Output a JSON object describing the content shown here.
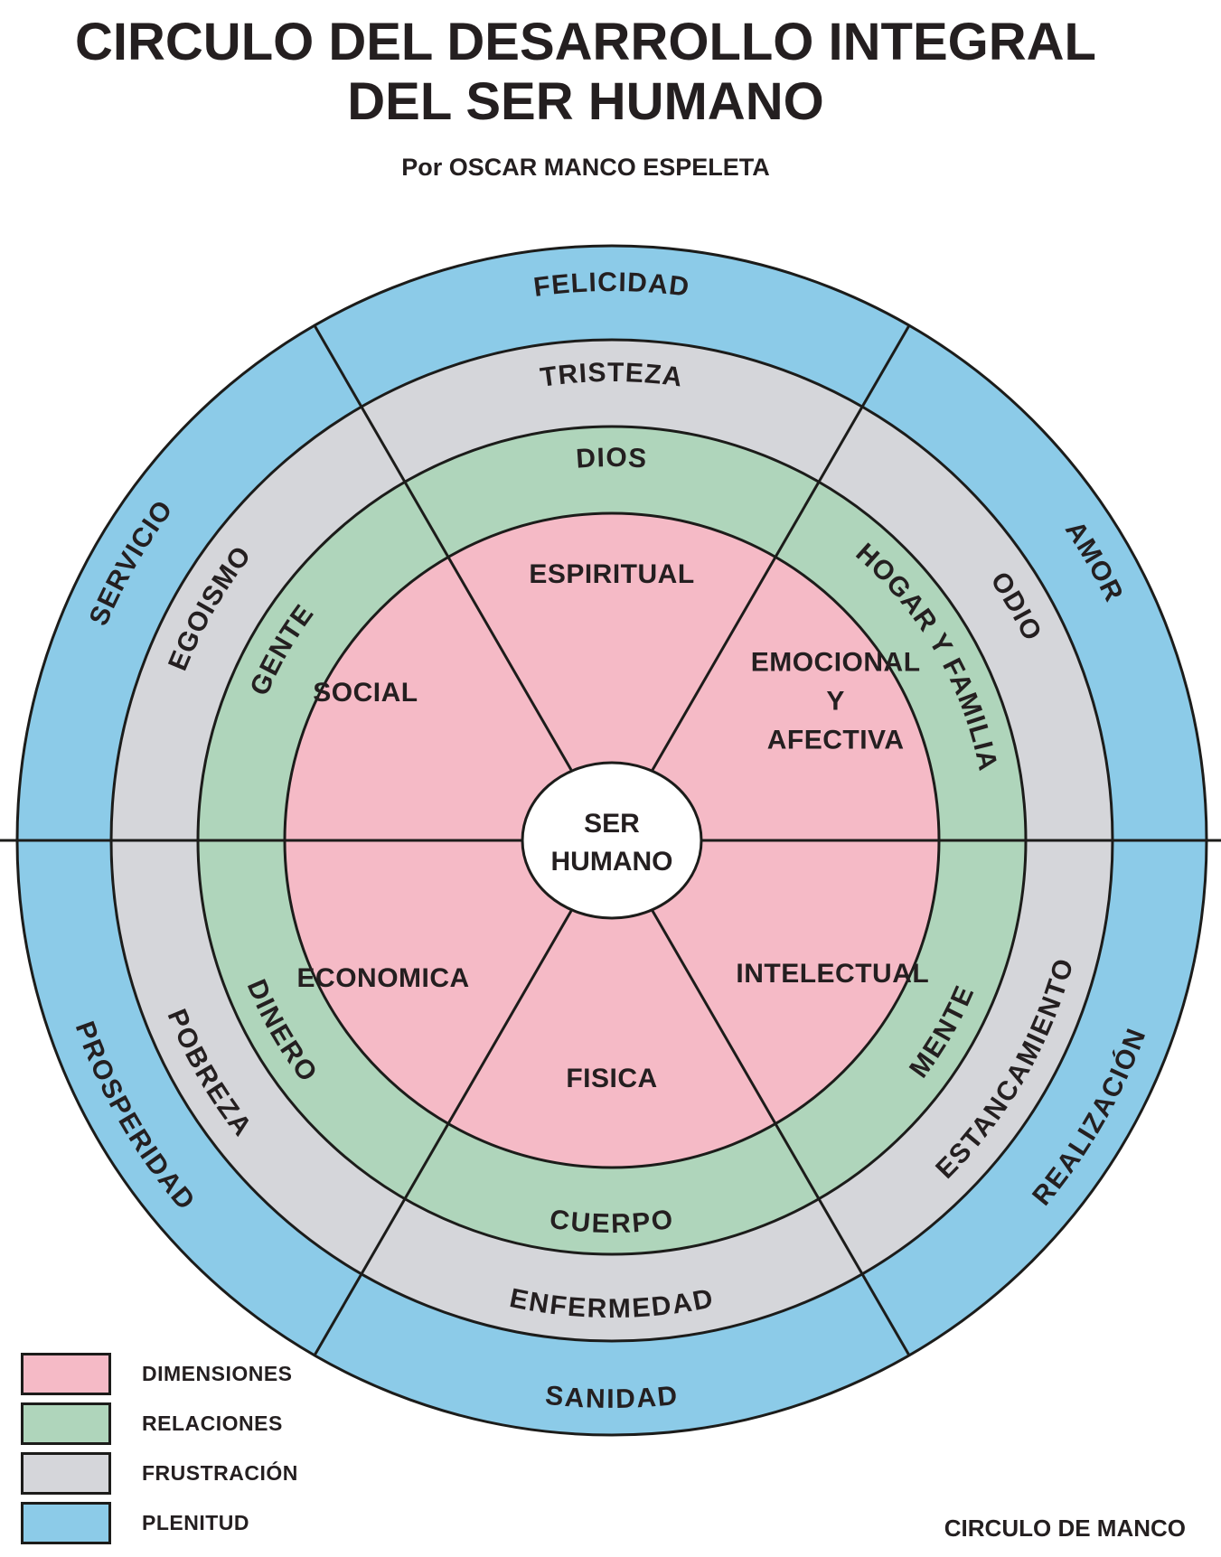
{
  "title": {
    "line1": "CIRCULO DEL DESARROLLO INTEGRAL",
    "line2": "DEL SER HUMANO",
    "byline": "Por OSCAR MANCO ESPELETA"
  },
  "center": {
    "line1": "SER",
    "line2": "HUMANO"
  },
  "colors": {
    "dimensiones": "#F5BAC6",
    "relaciones": "#AFD5BB",
    "frustracion": "#D5D6DA",
    "plenitud": "#8CCBE8",
    "outline": "#1C1C1A",
    "text": "#241F20",
    "center_fill": "#FFFFFF"
  },
  "sectors": [
    {
      "name": "espiritual",
      "dimension_lines": [
        "ESPIRITUAL"
      ],
      "relacion": "DIOS",
      "frustracion": "TRISTEZA",
      "plenitud": "FELICIDAD"
    },
    {
      "name": "emocional",
      "dimension_lines": [
        "EMOCIONAL",
        "Y",
        "AFECTIVA"
      ],
      "relacion": "HOGAR Y FAMILIA",
      "frustracion": "ODIO",
      "plenitud": "AMOR"
    },
    {
      "name": "intelectual",
      "dimension_lines": [
        "INTELECTUAL"
      ],
      "relacion": "MENTE",
      "frustracion": "ESTANCAMIENTO",
      "plenitud": "REALIZACIÓN"
    },
    {
      "name": "fisica",
      "dimension_lines": [
        "FISICA"
      ],
      "relacion": "CUERPO",
      "frustracion": "ENFERMEDAD",
      "plenitud": "SANIDAD"
    },
    {
      "name": "economica",
      "dimension_lines": [
        "ECONOMICA"
      ],
      "relacion": "DINERO",
      "frustracion": "POBREZA",
      "plenitud": "PROSPERIDAD"
    },
    {
      "name": "social",
      "dimension_lines": [
        "SOCIAL"
      ],
      "relacion": "GENTE",
      "frustracion": "EGOISMO",
      "plenitud": "SERVICIO"
    }
  ],
  "legend": [
    {
      "label": "DIMENSIONES",
      "color_key": "dimensiones"
    },
    {
      "label": "RELACIONES",
      "color_key": "relaciones"
    },
    {
      "label": "FRUSTRACIÓN",
      "color_key": "frustracion"
    },
    {
      "label": "PLENITUD",
      "color_key": "plenitud"
    }
  ],
  "footer_text": "CIRCULO DE MANCO"
}
